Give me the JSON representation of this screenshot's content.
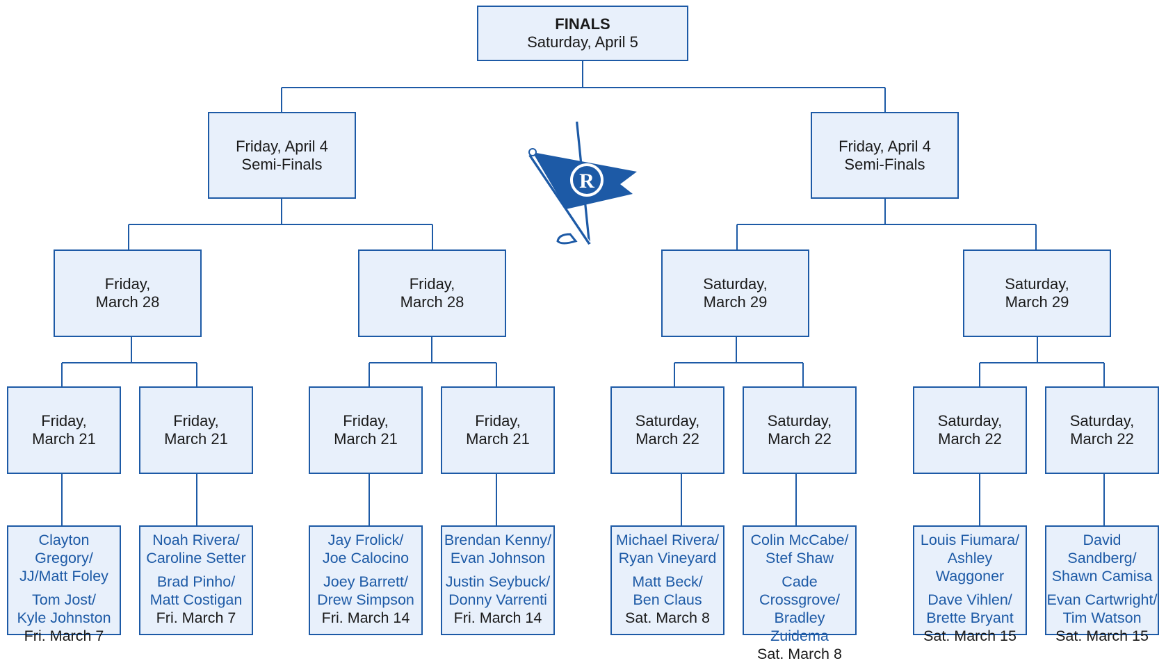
{
  "finals": {
    "title": "FINALS",
    "date": "Saturday, April 5"
  },
  "semis": [
    {
      "line1": "Friday, April 4",
      "line2": "Semi-Finals"
    },
    {
      "line1": "Friday, April 4",
      "line2": "Semi-Finals"
    }
  ],
  "quarters": [
    {
      "line1": "Friday,",
      "line2": "March 28"
    },
    {
      "line1": "Friday,",
      "line2": "March 28"
    },
    {
      "line1": "Saturday,",
      "line2": "March 29"
    },
    {
      "line1": "Saturday,",
      "line2": "March 29"
    }
  ],
  "round16": [
    {
      "line1": "Friday,",
      "line2": "March 21"
    },
    {
      "line1": "Friday,",
      "line2": "March 21"
    },
    {
      "line1": "Friday,",
      "line2": "March 21"
    },
    {
      "line1": "Friday,",
      "line2": "March 21"
    },
    {
      "line1": "Saturday,",
      "line2": "March 22"
    },
    {
      "line1": "Saturday,",
      "line2": "March 22"
    },
    {
      "line1": "Saturday,",
      "line2": "March 22"
    },
    {
      "line1": "Saturday,",
      "line2": "March 22"
    }
  ],
  "firstround": [
    {
      "team1_a": "Clayton Gregory/",
      "team1_b": "JJ/Matt Foley",
      "team2_a": "Tom Jost/",
      "team2_b": "Kyle Johnston",
      "date": "Fri. March 7"
    },
    {
      "team1_a": "Noah Rivera/",
      "team1_b": "Caroline Setter",
      "team2_a": "Brad Pinho/",
      "team2_b": "Matt Costigan",
      "date": "Fri. March 7"
    },
    {
      "team1_a": "Jay Frolick/",
      "team1_b": "Joe Calocino",
      "team2_a": "Joey Barrett/",
      "team2_b": "Drew Simpson",
      "date": "Fri. March 14"
    },
    {
      "team1_a": "Brendan Kenny/",
      "team1_b": "Evan Johnson",
      "team2_a": "Justin Seybuck/",
      "team2_b": "Donny Varrenti",
      "date": "Fri. March 14"
    },
    {
      "team1_a": "Michael Rivera/",
      "team1_b": "Ryan Vineyard",
      "team2_a": "Matt Beck/",
      "team2_b": "Ben Claus",
      "date": "Sat. March 8"
    },
    {
      "team1_a": "Colin McCabe/",
      "team1_b": "Stef Shaw",
      "team2_a": "Cade Crossgrove/",
      "team2_b": "Bradley Zuidema",
      "date": "Sat. March 8"
    },
    {
      "team1_a": "Louis Fiumara/",
      "team1_b": "Ashley Waggoner",
      "team2_a": "Dave Vihlen/",
      "team2_b": "Brette Bryant",
      "date": "Sat. March 15"
    },
    {
      "team1_a": "David Sandberg/",
      "team1_b": "Shawn Camisa",
      "team2_a": "Evan Cartwright/",
      "team2_b": "Tim Watson",
      "date": "Sat. March 15"
    }
  ],
  "logo": {
    "letter": "R",
    "icon": "golf-flag-logo"
  },
  "colors": {
    "border": "#1d5aa6",
    "fill": "#e8f0fb",
    "team_text": "#1d5aa6",
    "text": "#1a1a1a"
  }
}
